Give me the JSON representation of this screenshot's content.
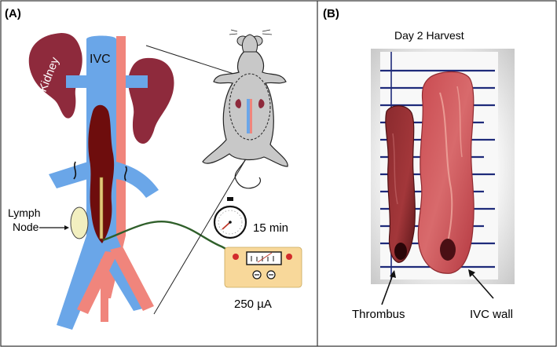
{
  "panel_a": {
    "letter": "(A)",
    "kidney_label": "Kidney",
    "ivc_label": "IVC",
    "lymph_node_label_line1": "Lymph",
    "lymph_node_label_line2": "Node",
    "timer_text": "15 min",
    "current_text": "250 µA"
  },
  "panel_b": {
    "letter": "(B)",
    "title": "Day 2 Harvest",
    "thrombus_label": "Thrombus",
    "ivc_wall_label": "IVC wall"
  },
  "colors": {
    "vein_blue": "#6aa6e8",
    "artery_red": "#f0857c",
    "kidney": "#8e2a3c",
    "thrombus": "#6e0d0d",
    "battery": "#f8d89a",
    "wire": "#2f5f2a",
    "mouse": "#c8c8c8"
  }
}
